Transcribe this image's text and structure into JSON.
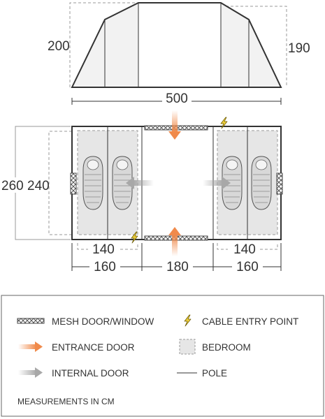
{
  "dimensions": {
    "front_height": "200",
    "rear_height": "190",
    "total_length": "500",
    "total_width": "260",
    "bedroom_width": "240",
    "left_bedroom_inner": "140",
    "right_bedroom_inner": "140",
    "left_section": "160",
    "middle_section": "180",
    "right_section": "160"
  },
  "legend": {
    "mesh": "MESH DOOR/WINDOW",
    "cable": "CABLE ENTRY POINT",
    "entrance": "ENTRANCE DOOR",
    "bedroom": "BEDROOM",
    "internal": "INTERNAL DOOR",
    "pole": "POLE",
    "footnote": "MEASUREMENTS IN CM"
  },
  "colors": {
    "outline": "#333333",
    "dash": "#999999",
    "bedroom_fill": "#e6e6e6",
    "canopy_fill": "#f2f2f2",
    "entrance_arrow": "#f08a4b",
    "internal_arrow": "#a8a8a8",
    "cable_bolt": "#f2d23c",
    "mesh": "#555555"
  },
  "icons": [
    "mesh-icon",
    "cable-bolt-icon",
    "entrance-arrow-icon",
    "bedroom-icon",
    "internal-arrow-icon",
    "pole-icon",
    "sleeping-bag-icon"
  ]
}
